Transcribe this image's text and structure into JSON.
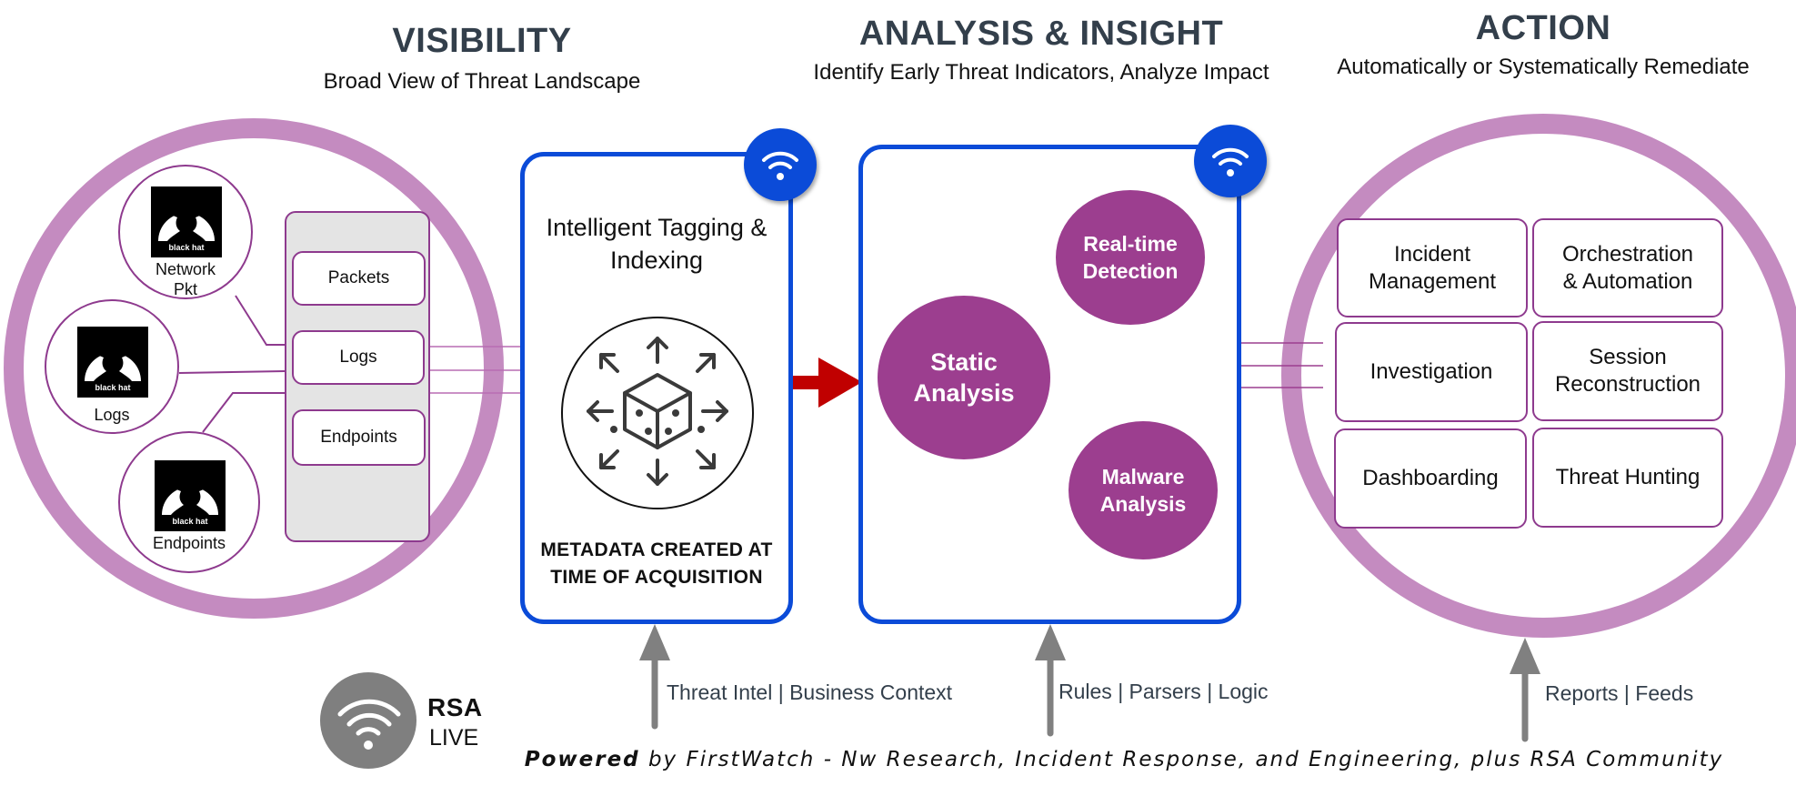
{
  "columns": {
    "visibility": {
      "title": "VISIBILITY",
      "subtitle": "Broad View of Threat Landscape"
    },
    "analysis": {
      "title": "ANALYSIS & INSIGHT",
      "subtitle": "Identify Early Threat Indicators, Analyze Impact"
    },
    "action": {
      "title": "ACTION",
      "subtitle": "Automatically or Systematically Remediate"
    }
  },
  "visibility": {
    "sources": [
      {
        "label": "Network\nPkt",
        "icon": "black-hat-logo",
        "logo_text": "black hat"
      },
      {
        "label": "Logs",
        "icon": "black-hat-logo",
        "logo_text": "black hat"
      },
      {
        "label": "Endpoints",
        "icon": "black-hat-logo",
        "logo_text": "black hat"
      }
    ],
    "data_types": [
      "Packets",
      "Logs",
      "Endpoints"
    ]
  },
  "tagging": {
    "title": "Intelligent Tagging &\nIndexing",
    "icon": "cube-expand-icon",
    "footer": "METADATA CREATED AT\nTIME OF ACQUISITION",
    "badge_icon": "wifi-icon"
  },
  "analysis": {
    "badge_icon": "wifi-icon",
    "nodes": {
      "static": "Static\nAnalysis",
      "realtime": "Real-time\nDetection",
      "malware": "Malware\nAnalysis"
    }
  },
  "action": {
    "items": [
      "Incident\nManagement",
      "Orchestration\n& Automation",
      "Investigation",
      "Session\nReconstruction",
      "Dashboarding",
      "Threat Hunting"
    ]
  },
  "feeds": {
    "tagging": "Threat Intel | Business Context",
    "analysis": "Rules | Parsers | Logic",
    "action": "Reports | Feeds"
  },
  "rsa_live": {
    "brand": "RSA",
    "sub": "LIVE",
    "icon": "wifi-icon"
  },
  "footer": {
    "lead": "Powered",
    "rest": " by FirstWatch - Nw Research, Incident Response, and Engineering, plus RSA Community"
  },
  "colors": {
    "ring": "#c48bc0",
    "node_purple": "#9c3e8f",
    "card_blue": "#0b4bd8",
    "arrow_red": "#c00000",
    "arrow_gray": "#808080",
    "heading": "#333f4b"
  }
}
